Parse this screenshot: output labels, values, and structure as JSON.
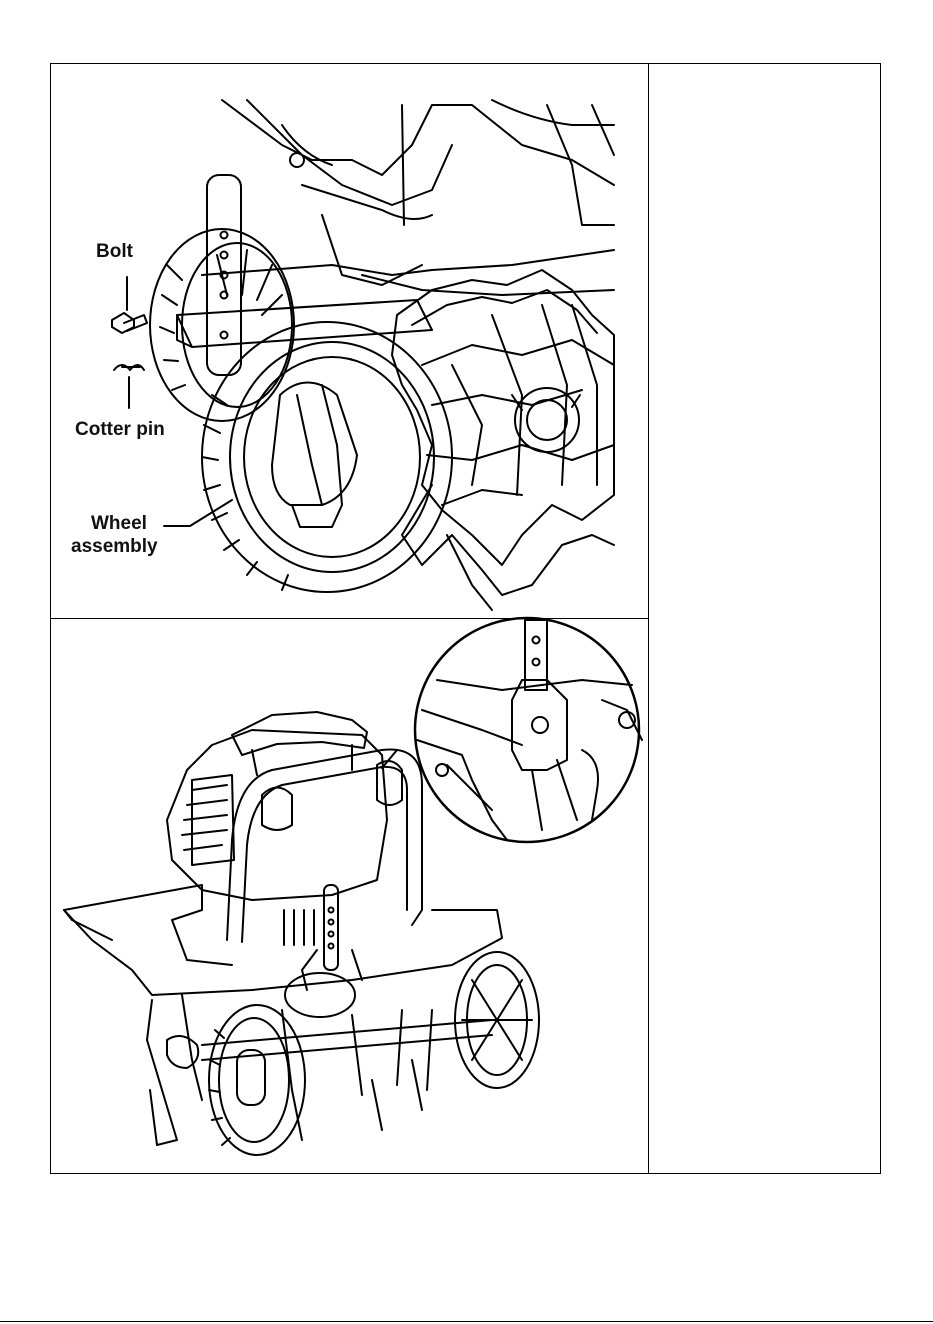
{
  "figure1": {
    "labels": {
      "bolt": "Bolt",
      "cotter_pin": "Cotter pin",
      "wheel_line1": "Wheel",
      "wheel_line2": "assembly"
    }
  },
  "figure2": {},
  "side_panel": {},
  "colors": {
    "line": "#000000",
    "background": "#ffffff"
  },
  "icons": [
    "bolt-icon",
    "cotter-pin-icon"
  ]
}
